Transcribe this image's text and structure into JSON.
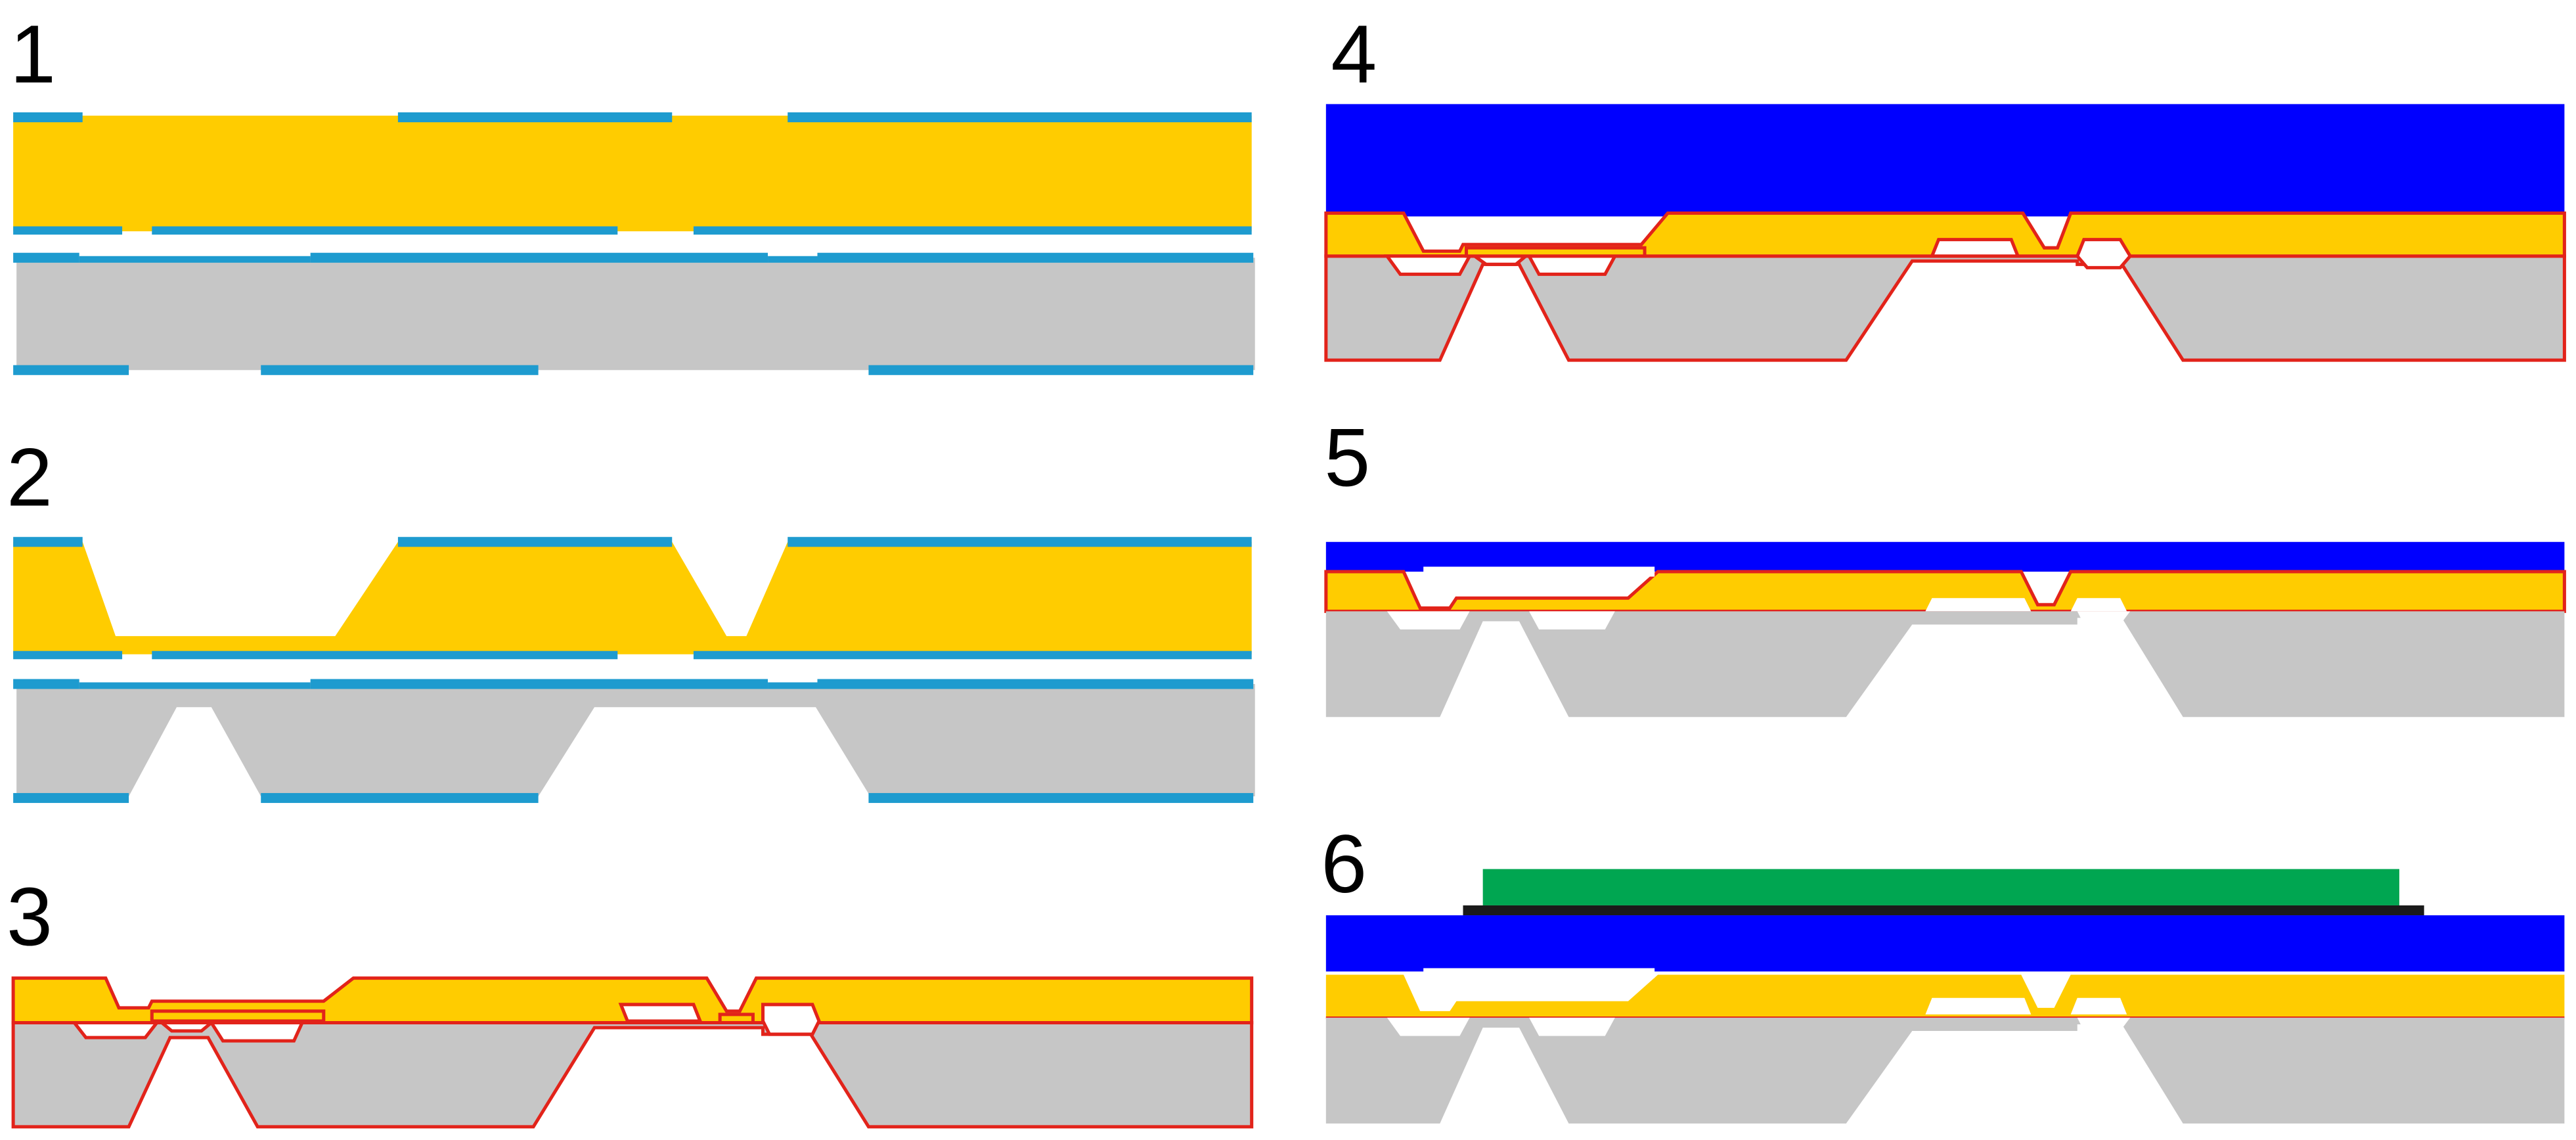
{
  "steps": [
    {
      "number": "1",
      "materials": [
        "top-wafer",
        "bottom-wafer",
        "blue-film"
      ]
    },
    {
      "number": "2",
      "materials": [
        "top-wafer",
        "bottom-wafer",
        "blue-film"
      ]
    },
    {
      "number": "3",
      "materials": [
        "top-wafer",
        "bottom-wafer",
        "red-outline"
      ]
    },
    {
      "number": "4",
      "materials": [
        "blue-layer",
        "top-wafer",
        "bottom-wafer",
        "red-outline"
      ]
    },
    {
      "number": "5",
      "materials": [
        "blue-layer",
        "top-wafer",
        "bottom-wafer",
        "red-outline"
      ]
    },
    {
      "number": "6",
      "materials": [
        "green-layer",
        "black-film",
        "blue-layer",
        "top-wafer",
        "bottom-wafer"
      ]
    }
  ],
  "colors": {
    "gold": "#ffcc00",
    "gray": "#c6c6c6",
    "cyan": "#1e9bcf",
    "blue": "#0000ff",
    "red": "#e2231a",
    "green": "#00a651",
    "black": "#1a1a1a",
    "white": "#ffffff"
  }
}
